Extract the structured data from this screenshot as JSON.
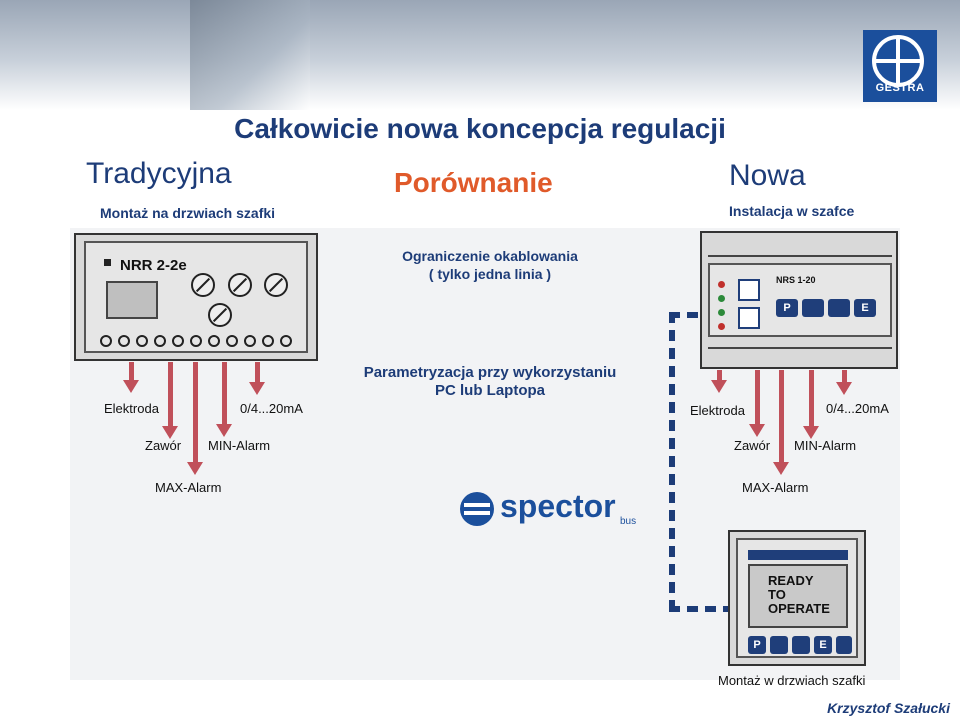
{
  "header": {
    "main_title": "Całkowicie nowa koncepcja regulacji",
    "traditional": "Tradycyjna",
    "traditional_sub": "Montaż na drzwiach szafki",
    "comparison": "Porównanie",
    "new": "Nowa",
    "new_sub": "Instalacja w szafce"
  },
  "logo": {
    "text": "GESTRA"
  },
  "left_device": {
    "model": "NRR 2-2e",
    "outputs": {
      "electrode": "Elektroda",
      "analog": "0/4...20mA",
      "valve": "Zawór",
      "min_alarm": "MIN-Alarm",
      "max_alarm": "MAX-Alarm"
    }
  },
  "center": {
    "cabling_line1": "Ograniczenie okablowania",
    "cabling_line2": "( tylko jedna linia )",
    "param_line1": "Parametryzacja przy wykorzystaniu",
    "param_line2": "PC lub Laptopa",
    "spector_text": "spector",
    "spector_sub": "bus"
  },
  "right_device": {
    "model": "NRS 1-20",
    "keys": [
      "P",
      "",
      "",
      "E"
    ],
    "outputs": {
      "electrode": "Elektroda",
      "analog": "0/4...20mA",
      "valve": "Zawór",
      "min_alarm": "MIN-Alarm",
      "max_alarm": "MAX-Alarm"
    }
  },
  "display_unit": {
    "screen_lines": [
      "READY",
      "TO",
      "OPERATE"
    ],
    "keys": [
      "P",
      "",
      "",
      "E",
      ""
    ],
    "caption": "Montaż w drzwiach szafki"
  },
  "footer": {
    "author": "Krzysztof Szałucki"
  },
  "colors": {
    "title_blue": "#1d3c78",
    "accent_orange": "#e05a2a",
    "arrow_red": "#c0505a",
    "logo_blue": "#1b4f9c"
  }
}
